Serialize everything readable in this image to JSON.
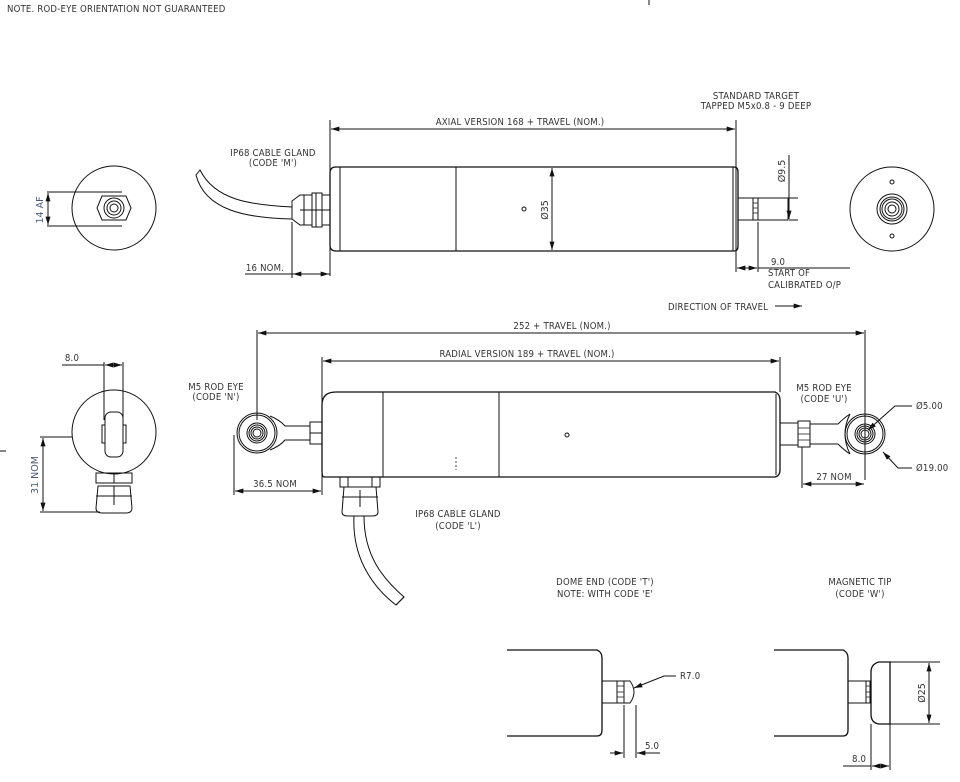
{
  "drawing": {
    "note": "NOTE. ROD-EYE ORIENTATION NOT GUARANTEED",
    "axial_view": {
      "standard_target_line1": "STANDARD TARGET",
      "standard_target_line2": "TAPPED M5x0.8 - 9 DEEP",
      "length_dim": "AXIAL VERSION 168 + TRAVEL (NOM.)",
      "cable_gland_line1": "IP68 CABLE GLAND",
      "cable_gland_line2": "(CODE 'M')",
      "gland_dim": "16 NOM.",
      "body_diameter": "Ø35",
      "target_diameter": "Ø9.5",
      "calibration_offset": "9.0",
      "calibration_line1": "START OF",
      "calibration_line2": "CALIBRATED O/P",
      "end_view_dim": "14 AF"
    },
    "direction_of_travel": "DIRECTION OF TRAVEL",
    "radial_view": {
      "overall_dim": "252 + TRAVEL (NOM.)",
      "length_dim": "RADIAL VERSION 189 + TRAVEL (NOM.)",
      "rod_eye_left_line1": "M5 ROD EYE",
      "rod_eye_left_line2": "(CODE 'N')",
      "rod_eye_right_line1": "M5 ROD EYE",
      "rod_eye_right_line2": "(CODE 'U')",
      "left_dim": "36.5 NOM",
      "right_dim": "27 NOM",
      "hole_diameter": "Ø5.00",
      "eye_diameter": "Ø19.00",
      "cable_gland_line1": "IP68 CABLE GLAND",
      "cable_gland_line2": "(CODE 'L')",
      "end_view_width": "8.0",
      "end_view_height": "31 NOM"
    },
    "dome_end": {
      "title_line1": "DOME END (CODE 'T')",
      "title_line2": "NOTE: WITH CODE 'E'",
      "radius": "R7.0",
      "length": "5.0"
    },
    "magnetic_tip": {
      "title_line1": "MAGNETIC TIP",
      "title_line2": "(CODE 'W')",
      "diameter": "Ø25",
      "length": "8.0"
    }
  }
}
